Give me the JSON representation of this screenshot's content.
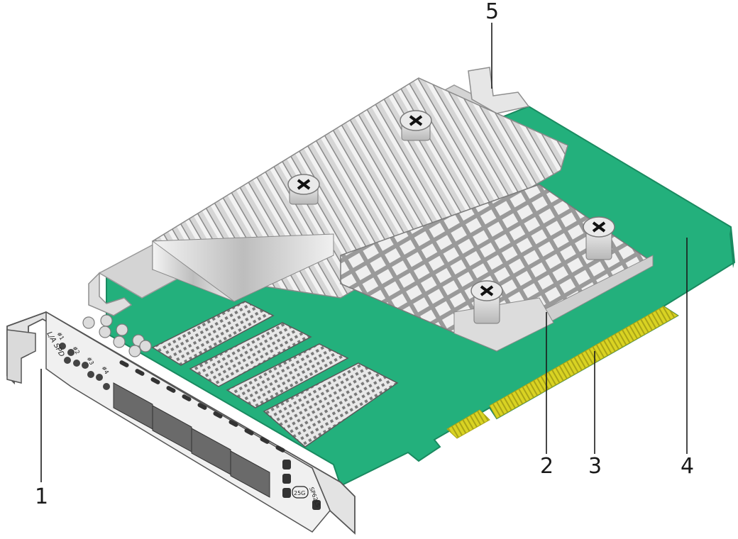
{
  "callouts": [
    {
      "label": "1"
    },
    {
      "label": "2"
    },
    {
      "label": "3"
    },
    {
      "label": "4"
    },
    {
      "label": "5"
    }
  ],
  "bracket_markings": {
    "led_text": "L/A SPD",
    "port_labels": [
      "#1",
      "#2",
      "#3",
      "#4"
    ],
    "speed_badge": "25G",
    "model_text": "SP62LS"
  },
  "colors": {
    "pcb": "#23b07c",
    "pcb_edge": "#1a8a60",
    "gold_fingers": "#d9d323",
    "heatsink": "#cfcfcf",
    "bracket": "#e3e3e3"
  }
}
